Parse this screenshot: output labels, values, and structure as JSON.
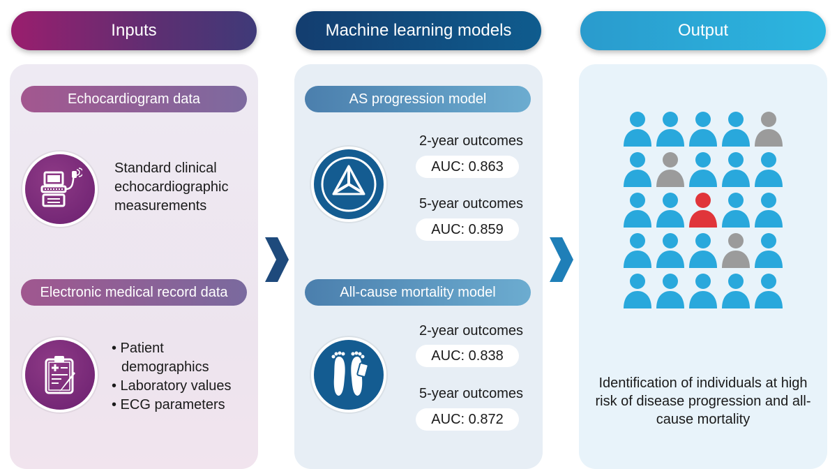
{
  "headers": {
    "inputs": "Inputs",
    "ml": "Machine learning models",
    "output": "Output"
  },
  "inputs": {
    "echo_pill": "Echocardiogram data",
    "echo_desc": "Standard clinical echocardiographic measurements",
    "emr_pill": "Electronic medical record data",
    "emr_items": [
      "• Patient",
      "demographics",
      "• Laboratory values",
      "• ECG parameters"
    ]
  },
  "models": {
    "as": {
      "label": "AS progression model",
      "outcomes": [
        {
          "title": "2-year outcomes",
          "auc": "AUC: 0.863"
        },
        {
          "title": "5-year outcomes",
          "auc": "AUC: 0.859"
        }
      ]
    },
    "acm": {
      "label": "All-cause mortality model",
      "outcomes": [
        {
          "title": "2-year outcomes",
          "auc": "AUC: 0.838"
        },
        {
          "title": "5-year outcomes",
          "auc": "AUC: 0.872"
        }
      ]
    }
  },
  "output": {
    "description": "Identification of individuals at high risk of disease progression and all-cause mortality",
    "grid": [
      [
        "blue",
        "blue",
        "blue",
        "blue",
        "grey"
      ],
      [
        "blue",
        "grey",
        "blue",
        "blue",
        "blue"
      ],
      [
        "blue",
        "blue",
        "red",
        "blue",
        "blue"
      ],
      [
        "blue",
        "blue",
        "blue",
        "grey",
        "blue"
      ],
      [
        "blue",
        "blue",
        "blue",
        "blue",
        "blue"
      ]
    ],
    "colors": {
      "blue": "#29a8dc",
      "grey": "#9b9b9b",
      "red": "#e0353a"
    }
  }
}
